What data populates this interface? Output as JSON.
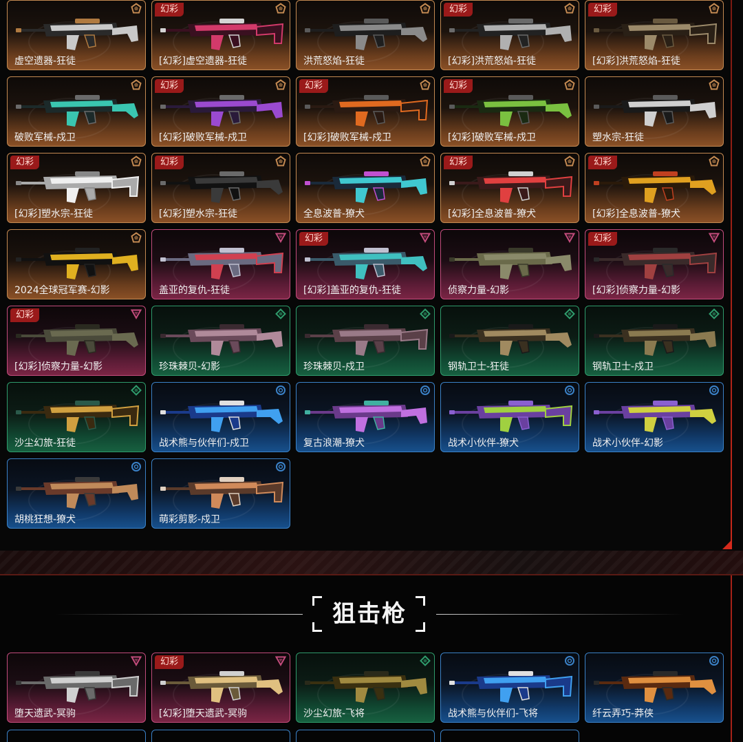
{
  "colors": {
    "gold": "#c48a52",
    "pink": "#c34c7c",
    "green": "#2f9c6c",
    "blue": "#3b82c8",
    "accent_red": "#d42a1c",
    "tag_bg": "#9a1a1a"
  },
  "phantom_tag": "幻彩",
  "rifles": [
    {
      "name": "虚空遗器-狂徒",
      "tier": "gold",
      "tag": false,
      "gun": [
        "#2a2a2a",
        "#c9c9c9",
        "#b07a40"
      ]
    },
    {
      "name": "[幻彩]虚空遗器-狂徒",
      "tier": "gold",
      "tag": true,
      "gun": [
        "#3a1020",
        "#d23a6a",
        "#d4d4d4"
      ]
    },
    {
      "name": "洪荒怒焰-狂徒",
      "tier": "gold",
      "tag": false,
      "gun": [
        "#1e1e1e",
        "#8a8a8a",
        "#5a5a5a"
      ]
    },
    {
      "name": "[幻彩]洪荒怒焰-狂徒",
      "tier": "gold",
      "tag": true,
      "gun": [
        "#222",
        "#b0b0b0",
        "#6a6a6a"
      ]
    },
    {
      "name": "[幻彩]洪荒怒焰-狂徒",
      "tier": "gold",
      "tag": true,
      "gun": [
        "#2a2016",
        "#9c8a6a",
        "#6a5a40"
      ]
    },
    {
      "name": "破败军械-戍卫",
      "tier": "gold",
      "tag": false,
      "gun": [
        "#1c2a2a",
        "#3ac6b0",
        "#6a6a6a"
      ]
    },
    {
      "name": "[幻彩]破败军械-戍卫",
      "tier": "gold",
      "tag": true,
      "gun": [
        "#2a1a3a",
        "#9a4ad0",
        "#6a6a6a"
      ]
    },
    {
      "name": "[幻彩]破败军械-戍卫",
      "tier": "gold",
      "tag": true,
      "gun": [
        "#2a1a12",
        "#e06a20",
        "#5a5a5a"
      ]
    },
    {
      "name": "[幻彩]破败军械-戍卫",
      "tier": "gold",
      "tag": true,
      "gun": [
        "#1a2a12",
        "#7ac040",
        "#5a5a5a"
      ]
    },
    {
      "name": "塑水宗-狂徒",
      "tier": "gold",
      "tag": false,
      "gun": [
        "#1a1a1a",
        "#cfcfcf",
        "#5a5a5a"
      ]
    },
    {
      "name": "[幻彩]塑水宗-狂徒",
      "tier": "gold",
      "tag": true,
      "gun": [
        "#aaa",
        "#f0f0f0",
        "#888"
      ]
    },
    {
      "name": "[幻彩]塑水宗-狂徒",
      "tier": "gold",
      "tag": true,
      "gun": [
        "#111",
        "#3a3a3a",
        "#6a6a6a"
      ]
    },
    {
      "name": "全息波普-獠犬",
      "tier": "gold",
      "tag": false,
      "gun": [
        "#1a2a3a",
        "#40c8d0",
        "#c050d0"
      ]
    },
    {
      "name": "[幻彩]全息波普-獠犬",
      "tier": "gold",
      "tag": true,
      "gun": [
        "#3a1a1a",
        "#e04040",
        "#d0d0d0"
      ]
    },
    {
      "name": "[幻彩]全息波普-獠犬",
      "tier": "gold",
      "tag": true,
      "gun": [
        "#2a1a0a",
        "#e0a020",
        "#c04020"
      ]
    },
    {
      "name": "2024全球冠军赛-幻影",
      "tier": "gold",
      "tag": false,
      "gun": [
        "#111",
        "#e0b020",
        "#222"
      ]
    },
    {
      "name": "盖亚的复仇-狂徒",
      "tier": "pink",
      "tag": false,
      "gun": [
        "#6a6a80",
        "#d04050",
        "#c0c0d0"
      ]
    },
    {
      "name": "[幻彩]盖亚的复仇-狂徒",
      "tier": "pink",
      "tag": true,
      "gun": [
        "#3a5a6a",
        "#40c0c0",
        "#c0c0d0"
      ]
    },
    {
      "name": "侦察力量-幻影",
      "tier": "pink",
      "tag": false,
      "gun": [
        "#6a6a4a",
        "#8a8a6a",
        "#3a3a2a"
      ]
    },
    {
      "name": "[幻彩]侦察力量-幻影",
      "tier": "pink",
      "tag": true,
      "gun": [
        "#3a2a2a",
        "#a04040",
        "#2a2a2a"
      ]
    },
    {
      "name": "[幻彩]侦察力量-幻影",
      "tier": "pink",
      "tag": true,
      "gun": [
        "#4a4a3a",
        "#6a6a50",
        "#2a2a20"
      ]
    },
    {
      "name": "珍珠棘贝-幻影",
      "tier": "green",
      "tag": false,
      "gun": [
        "#6a4a5a",
        "#b08a9a",
        "#3a2a30"
      ]
    },
    {
      "name": "珍珠棘贝-戍卫",
      "tier": "green",
      "tag": false,
      "gun": [
        "#5a4048",
        "#9a7a88",
        "#3a2a30"
      ]
    },
    {
      "name": "钢轨卫士-狂徒",
      "tier": "green",
      "tag": false,
      "gun": [
        "#3a3020",
        "#a08a60",
        "#1a1a1a"
      ]
    },
    {
      "name": "钢轨卫士-戍卫",
      "tier": "green",
      "tag": false,
      "gun": [
        "#3a3020",
        "#8a7a50",
        "#1a1a1a"
      ]
    },
    {
      "name": "沙尘幻旅-狂徒",
      "tier": "green",
      "tag": false,
      "gun": [
        "#3a2a10",
        "#d0a040",
        "#2a5a4a"
      ]
    },
    {
      "name": "战术熊与伙伴们-戍卫",
      "tier": "blue",
      "tag": false,
      "gun": [
        "#1a3a8a",
        "#40a0f0",
        "#e0e0e0"
      ]
    },
    {
      "name": "复古浪潮-獠犬",
      "tier": "blue",
      "tag": false,
      "gun": [
        "#6a3a8a",
        "#c070e0",
        "#40b0a0"
      ]
    },
    {
      "name": "战术小伙伴-獠犬",
      "tier": "blue",
      "tag": false,
      "gun": [
        "#6a40a0",
        "#a0d040",
        "#8a60d0"
      ]
    },
    {
      "name": "战术小伙伴-幻影",
      "tier": "blue",
      "tag": false,
      "gun": [
        "#6a40a0",
        "#d0d040",
        "#8a60d0"
      ]
    },
    {
      "name": "胡桃狂想-獠犬",
      "tier": "blue",
      "tag": false,
      "gun": [
        "#6a3a2a",
        "#c08a5a",
        "#3a3a3a"
      ]
    },
    {
      "name": "萌彩剪影-戍卫",
      "tier": "blue",
      "tag": false,
      "gun": [
        "#5a3a2a",
        "#d08a5a",
        "#e0d0c0"
      ]
    }
  ],
  "sniper_section": {
    "title": "狙击枪",
    "items": [
      {
        "name": "堕天遗武-冥驹",
        "tier": "pink",
        "tag": false,
        "gun": [
          "#6a6a6a",
          "#d0d0d0",
          "#3a3a3a"
        ]
      },
      {
        "name": "[幻彩]堕天遗武-冥驹",
        "tier": "pink",
        "tag": true,
        "gun": [
          "#6a5a3a",
          "#e0c080",
          "#d0d0d0"
        ]
      },
      {
        "name": "沙尘幻旅-飞将",
        "tier": "green",
        "tag": false,
        "gun": [
          "#3a3010",
          "#a08a40",
          "#2a2a1a"
        ]
      },
      {
        "name": "战术熊与伙伴们-飞将",
        "tier": "blue",
        "tag": false,
        "gun": [
          "#1a3a8a",
          "#40a0f0",
          "#e0e0e0"
        ]
      },
      {
        "name": "纤云弄巧-莽侠",
        "tier": "blue",
        "tag": false,
        "gun": [
          "#5a2a10",
          "#e09040",
          "#2a2a2a"
        ]
      }
    ]
  }
}
